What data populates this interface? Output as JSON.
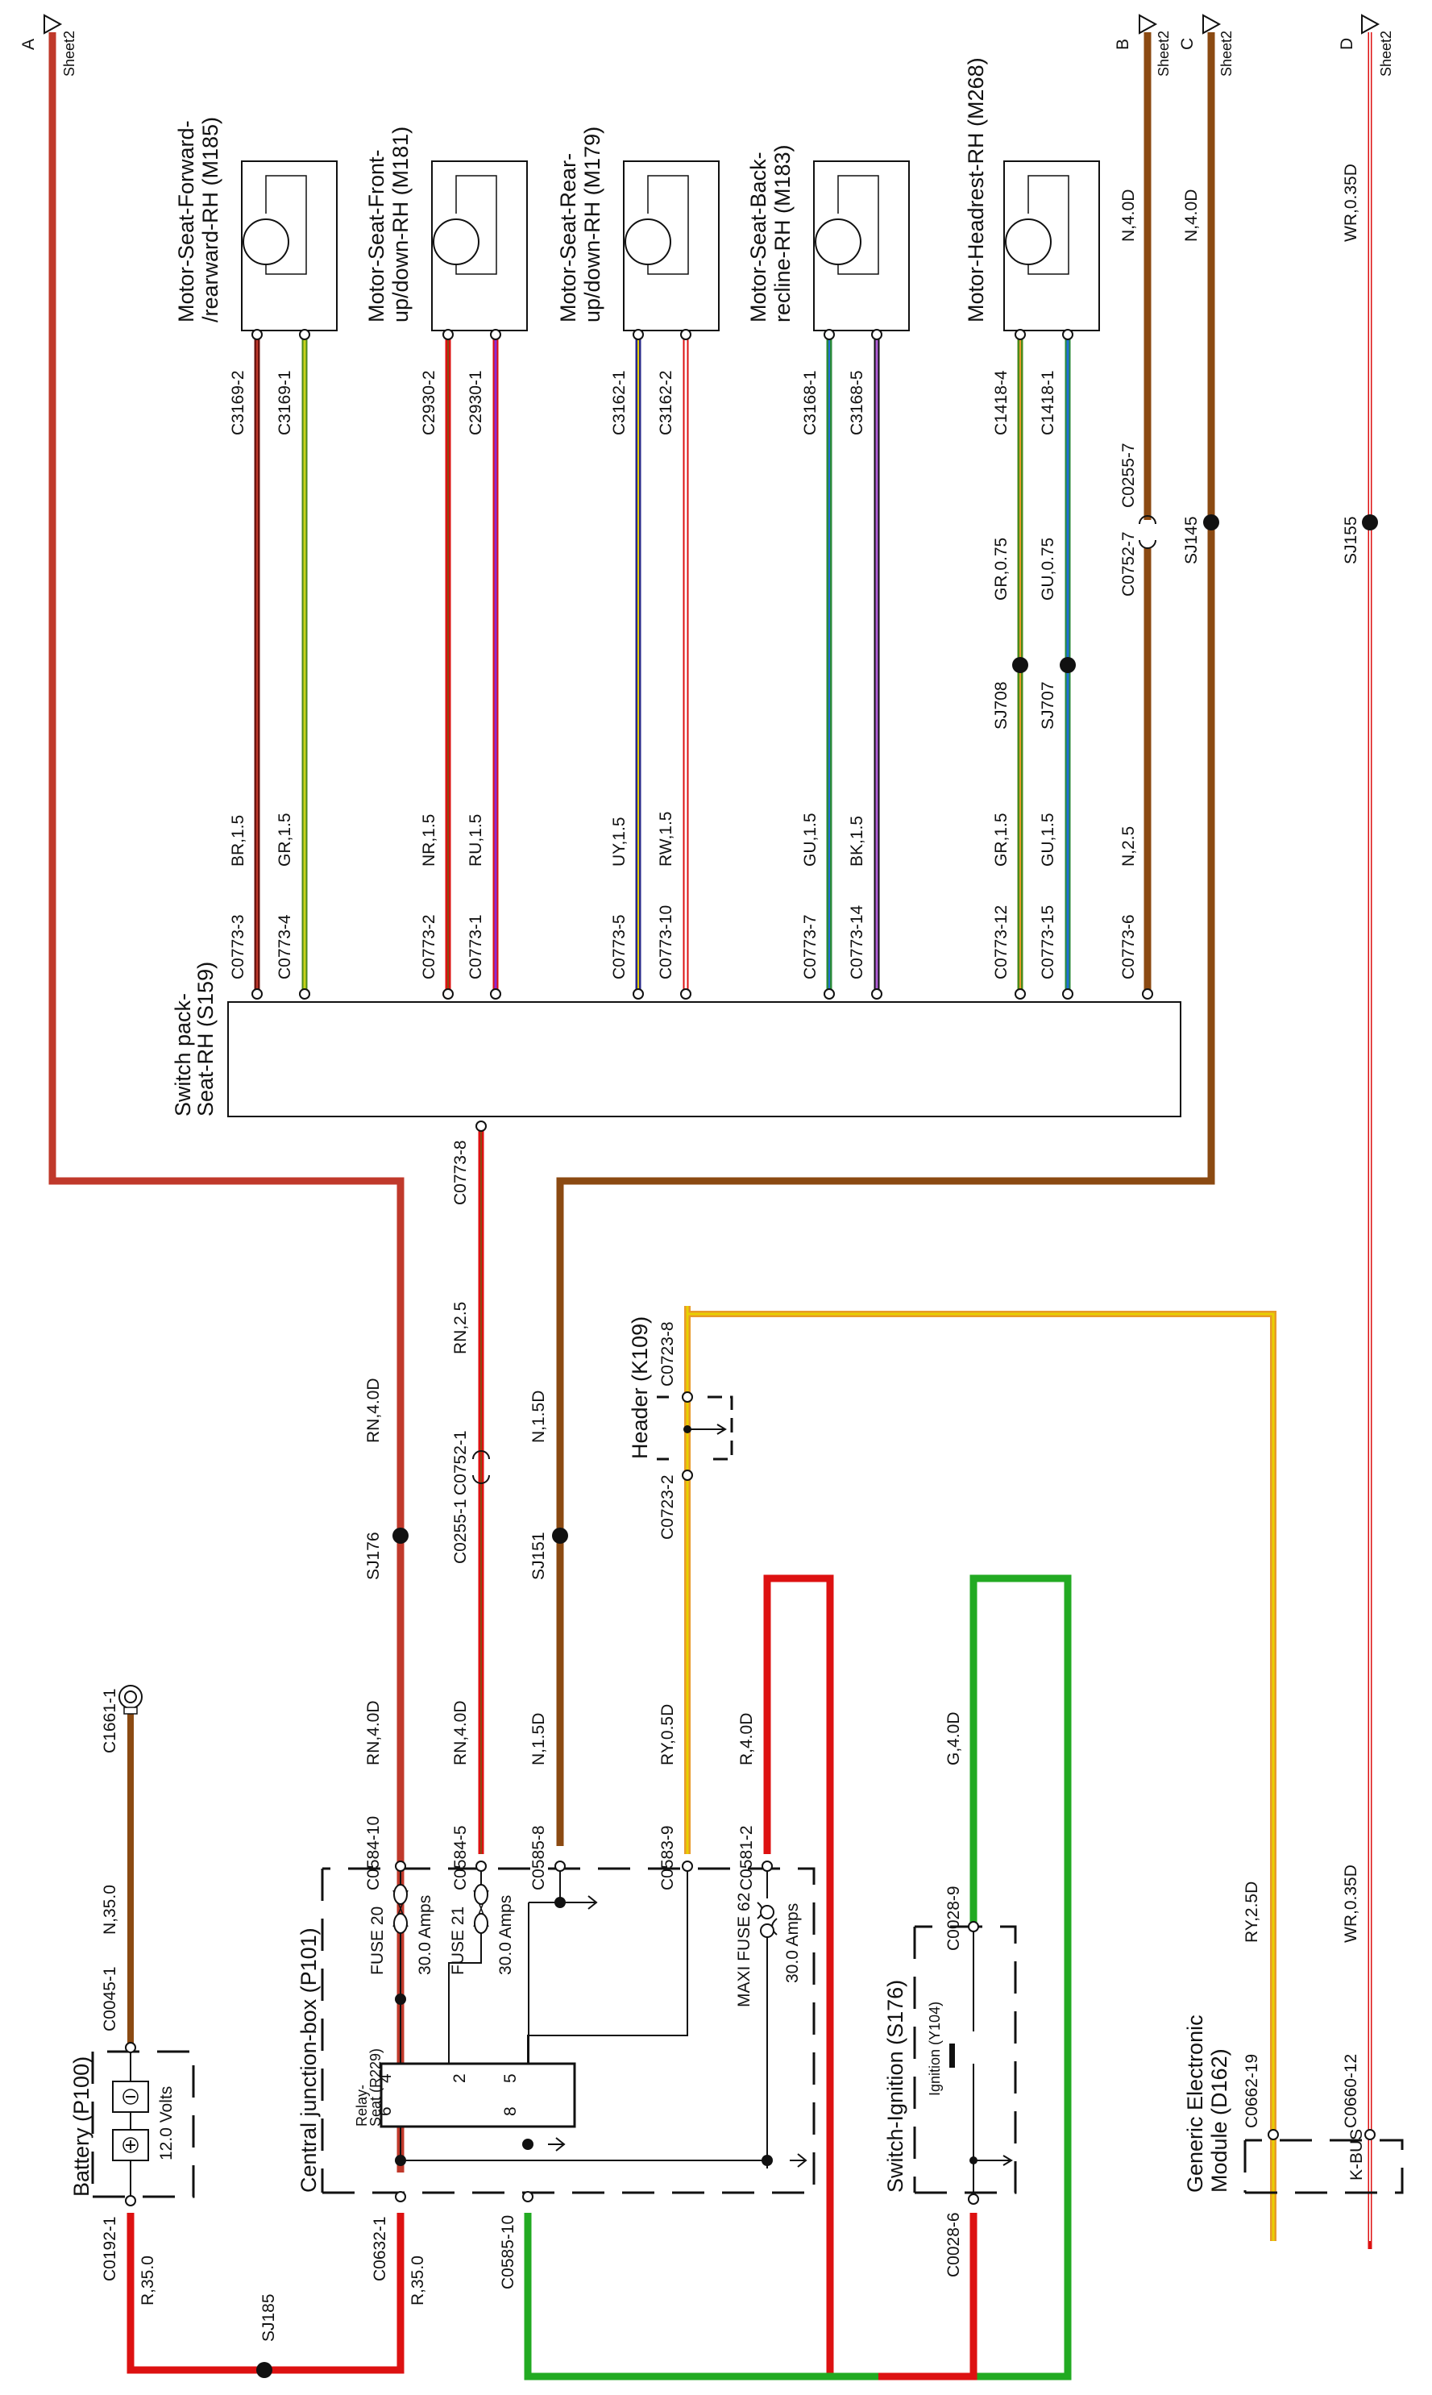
{
  "sheet_refs": [
    {
      "letter": "A",
      "sheet": "Sheet2"
    },
    {
      "letter": "B",
      "sheet": "Sheet2"
    },
    {
      "letter": "C",
      "sheet": "Sheet2"
    },
    {
      "letter": "D",
      "sheet": "Sheet2"
    }
  ],
  "components": {
    "motor_fwd": {
      "name": "Motor-Seat-Forward-",
      "name2": "/rearward-RH (M185)"
    },
    "motor_front": {
      "name": "Motor-Seat-Front-",
      "name2": "up/down-RH (M181)"
    },
    "motor_rear": {
      "name": "Motor-Seat-Rear-",
      "name2": "up/down-RH (M179)"
    },
    "motor_back": {
      "name": "Motor-Seat-Back-",
      "name2": "recline-RH (M183)"
    },
    "motor_head": {
      "name": "Motor-Headrest-RH (M268)"
    },
    "switch_pack": {
      "name": "Switch pack-",
      "name2": "Seat-RH (S159)"
    },
    "header": {
      "name": "Header (K109)"
    },
    "battery": {
      "name": "Battery (P100)",
      "voltage": "12.0 Volts"
    },
    "cjb": {
      "name": "Central junction-box (P101)",
      "relay": "Relay-",
      "relay2": "Seat (R229)"
    },
    "ignition": {
      "name": "Switch-Ignition (S176)",
      "sub": "Ignition (Y104)"
    },
    "gem": {
      "name": "Generic Electronic",
      "name2": "Module (D162)",
      "bus": "K-BUS"
    }
  },
  "fuses": [
    {
      "name": "FUSE 20",
      "rating": "30.0 Amps"
    },
    {
      "name": "FUSE 21",
      "rating": "30.0 Amps"
    },
    {
      "name": "MAXI FUSE 62",
      "rating": "30.0 Amps"
    }
  ],
  "relay_pins": [
    "4",
    "6",
    "2",
    "5",
    "8"
  ],
  "connectors": {
    "m185_a": "C3169-2",
    "m185_b": "C3169-1",
    "m181_a": "C2930-2",
    "m181_b": "C2930-1",
    "m179_a": "C3162-1",
    "m179_b": "C3162-2",
    "m183_a": "C3168-1",
    "m183_b": "C3168-5",
    "m268_a": "C1418-4",
    "m268_b": "C1418-1",
    "sw_1": "C0773-3",
    "sw_2": "C0773-4",
    "sw_3": "C0773-2",
    "sw_4": "C0773-1",
    "sw_5": "C0773-5",
    "sw_6": "C0773-10",
    "sw_7": "C0773-7",
    "sw_8": "C0773-14",
    "sw_9": "C0773-12",
    "sw_10": "C0773-15",
    "sw_11": "C0773-6",
    "sw_12": "C0773-8",
    "c0752_7": "C0752-7",
    "c0255_7": "C0255-7",
    "c0255_1": "C0255-1",
    "c0752_1": "C0752-1",
    "c0723_8": "C0723-8",
    "c0723_2": "C0723-2",
    "c0584_10": "C0584-10",
    "c0584_5": "C0584-5",
    "c0585_8": "C0585-8",
    "c0583_9": "C0583-9",
    "c0581_2": "C0581-2",
    "c0028_9": "C0028-9",
    "c0028_6": "C0028-6",
    "c0662_19": "C0662-19",
    "c0660_12": "C0660-12",
    "c1661_1": "C1661-1",
    "c0045_1": "C0045-1",
    "c0192_1": "C0192-1",
    "c0632_1": "C0632-1",
    "c0585_10": "C0585-10"
  },
  "splices": {
    "sj708": "SJ708",
    "sj707": "SJ707",
    "sj145": "SJ145",
    "sj155": "SJ155",
    "sj176": "SJ176",
    "sj151": "SJ151",
    "sj185": "SJ185"
  },
  "wires": {
    "br15": "BR,1.5",
    "gr15": "GR,1.5",
    "nr15": "NR,1.5",
    "ru15": "RU,1.5",
    "uy15": "UY,1.5",
    "rw15": "RW,1.5",
    "gu15": "GU,1.5",
    "bk15": "BK,1.5",
    "gr15b": "GR,1.5",
    "gu15b": "GU,1.5",
    "n25": "N,2.5",
    "gr075": "GR,0.75",
    "gu075": "GU,0.75",
    "n40d_b": "N,4.0D",
    "n40d_c": "N,4.0D",
    "wr035d": "WR,0.35D",
    "rn25": "RN,2.5",
    "rn40d_1": "RN,4.0D",
    "rn40d_2": "RN,4.0D",
    "rn40d_3": "RN,4.0D",
    "n15d_1": "N,1.5D",
    "n15d_2": "N,1.5D",
    "ry05d": "RY,0.5D",
    "r40d": "R,4.0D",
    "g40d": "G,4.0D",
    "ry25d": "RY,2.5D",
    "wr035d_2": "WR,0.35D",
    "n350": "N,35.0",
    "r350_1": "R,35.0",
    "r350_2": "R,35.0"
  },
  "colors": {
    "red": "#dd1111",
    "brown": "#8b4a12",
    "darkred": "#6b1410",
    "green": "#22aa22",
    "yellowgreen": "#b5c21a",
    "purple": "#8a2bd6",
    "navy": "#2a2a8a",
    "pink": "#e85a5a",
    "blue": "#1f6fd8",
    "black": "#111111",
    "yellow": "#e8d000",
    "orange": "#e89a2a"
  }
}
